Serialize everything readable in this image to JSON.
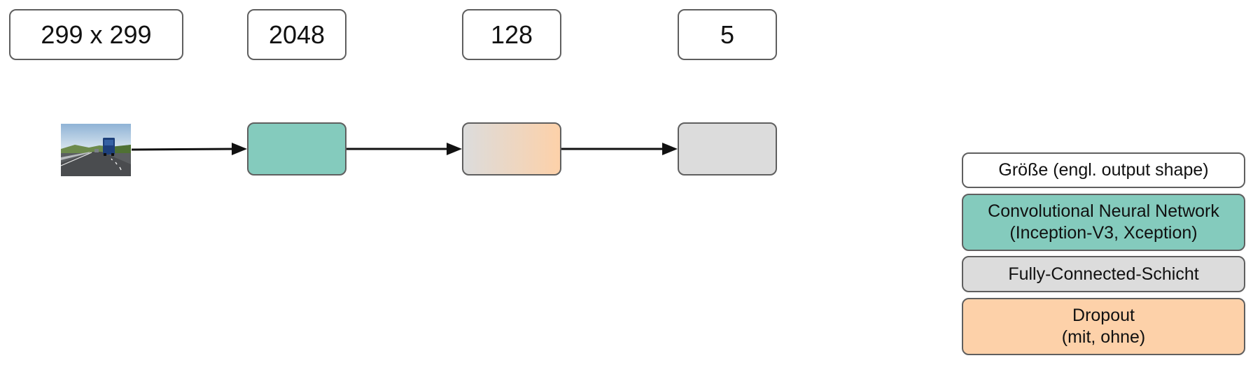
{
  "shapes": {
    "input": "299 x 299",
    "cnn_output": "2048",
    "fc_output": "128",
    "final_output": "5"
  },
  "legend": {
    "size": "Größe (engl. output shape)",
    "cnn_line1": "Convolutional Neural Network",
    "cnn_line2": "(Inception-V3, Xception)",
    "fc": "Fully-Connected-Schicht",
    "dropout_line1": "Dropout",
    "dropout_line2": "(mit, ohne)"
  },
  "colors": {
    "cnn": "#84cbbd",
    "fully_connected": "#dcdcdc",
    "dropout": "#fdd1a9",
    "border": "#5f5f5f",
    "arrow": "#111111"
  }
}
